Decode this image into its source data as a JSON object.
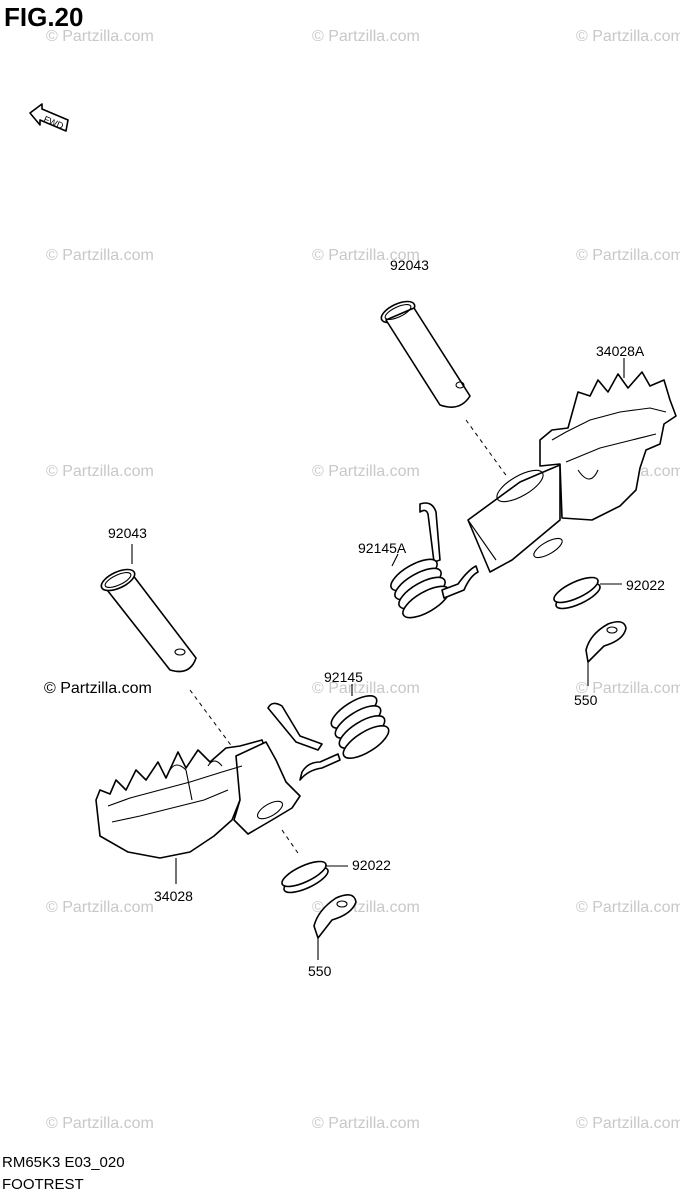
{
  "figure": {
    "title": "FIG.20",
    "direction_label": "FWD",
    "model_code": "RM65K3 E03_020",
    "section_name": "FOOTREST"
  },
  "watermark": {
    "text": "© Partzilla.com",
    "prominent_text": "© Partzilla.com"
  },
  "parts": [
    {
      "id": "92043_right",
      "number": "92043"
    },
    {
      "id": "34028A",
      "number": "34028A"
    },
    {
      "id": "92145A",
      "number": "92145A"
    },
    {
      "id": "92022_right",
      "number": "92022"
    },
    {
      "id": "550_right",
      "number": "550"
    },
    {
      "id": "92043_left",
      "number": "92043"
    },
    {
      "id": "92145",
      "number": "92145"
    },
    {
      "id": "92022_left",
      "number": "92022"
    },
    {
      "id": "34028",
      "number": "34028"
    },
    {
      "id": "550_left",
      "number": "550"
    }
  ]
}
